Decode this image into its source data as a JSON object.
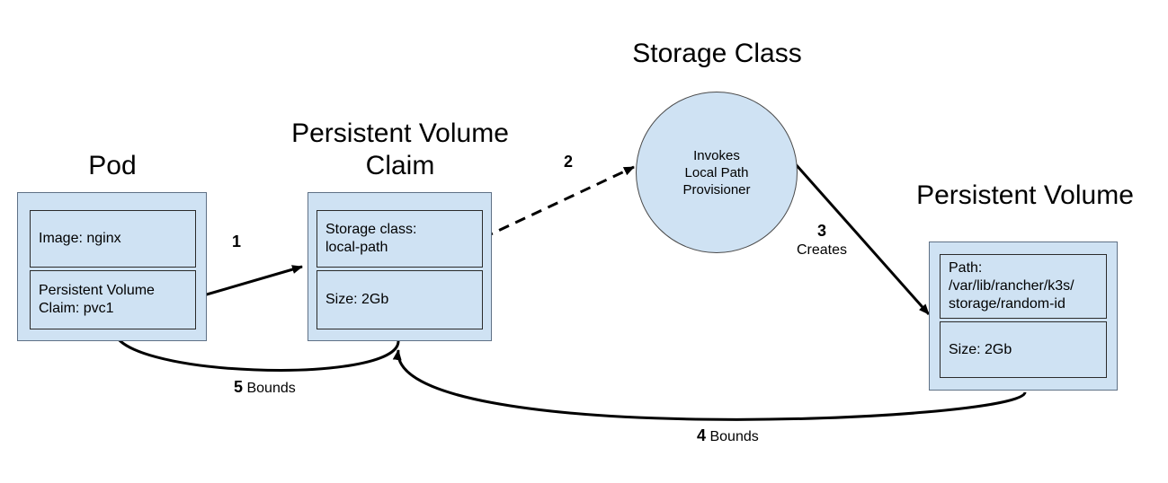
{
  "titles": {
    "pod": "Pod",
    "pvc": "Persistent Volume\nClaim",
    "storage_class": "Storage Class",
    "pv": "Persistent Volume"
  },
  "pod": {
    "image": "Image: nginx",
    "claim": "Persistent Volume\nClaim: pvc1"
  },
  "pvc": {
    "storage_class": "Storage class:\nlocal-path",
    "size": "Size: 2Gb"
  },
  "storage_class": {
    "text": "Invokes\nLocal Path\nProvisioner"
  },
  "pv": {
    "path": "Path:\n/var/lib/rancher/k3s/\nstorage/random-id",
    "size": "Size: 2Gb"
  },
  "edges": {
    "e1": {
      "num": "1"
    },
    "e2": {
      "num": "2"
    },
    "e3": {
      "num": "3",
      "text": "Creates"
    },
    "e4": {
      "num": "4",
      "text": "Bounds"
    },
    "e5": {
      "num": "5",
      "text": "Bounds"
    }
  },
  "colors": {
    "box_fill": "#cfe2f3",
    "line": "#000000"
  }
}
